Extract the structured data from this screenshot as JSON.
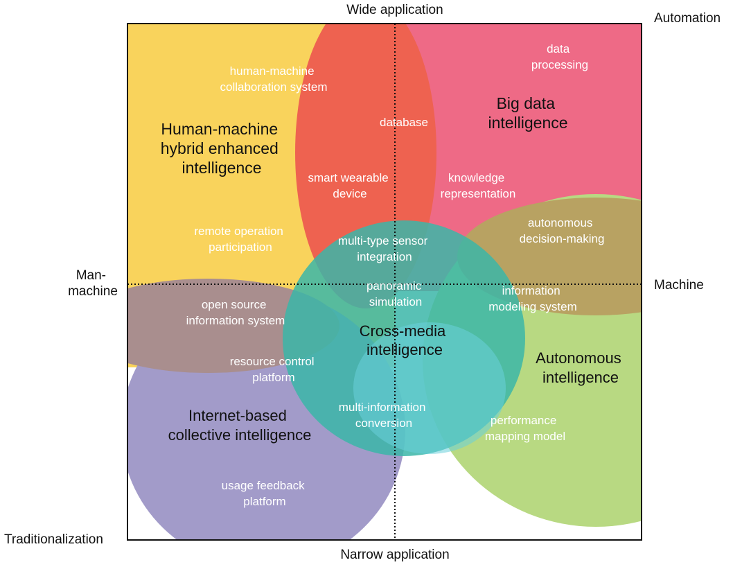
{
  "axes": {
    "top": "Wide application",
    "bottom": "Narrow application",
    "left": [
      "Man-",
      "machine"
    ],
    "right": "Machine",
    "top_right": "Automation",
    "bottom_left": "Traditionalization"
  },
  "regions": {
    "human_machine": {
      "title": [
        "Human-machine",
        "hybrid enhanced",
        "intelligence"
      ],
      "color": "#F9D35C"
    },
    "big_data": {
      "title": [
        "Big data",
        "intelligence"
      ],
      "color": "#EE6A86"
    },
    "cross_media": {
      "title": [
        "Cross-media",
        "intelligence"
      ],
      "color": "#3BB6A8"
    },
    "autonomous": {
      "title": [
        "Autonomous",
        "intelligence"
      ],
      "color": "#B8D982"
    },
    "internet_collective": {
      "title": [
        "Internet-based",
        "collective intelligence"
      ],
      "color": "#A29BC9"
    }
  },
  "overlap_colors": {
    "red_overlap": "#EE6250",
    "brown_overlap": "#B8A262",
    "mauve_overlap": "#A98E8E"
  },
  "items": {
    "hm_collab": [
      "human-machine",
      "collaboration system"
    ],
    "data_processing": [
      "data",
      "processing"
    ],
    "database": [
      "database"
    ],
    "smart_wearable": [
      "smart wearable",
      "device"
    ],
    "knowledge_rep": [
      "knowledge",
      "representation"
    ],
    "remote_op": [
      "remote operation",
      "participation"
    ],
    "multi_sensor": [
      "multi-type sensor",
      "integration"
    ],
    "autonomous_decision": [
      "autonomous",
      "decision-making"
    ],
    "panoramic": [
      "panoramic",
      "simulation"
    ],
    "info_modeling": [
      "information",
      "modeling system"
    ],
    "open_source": [
      "open source",
      "information system"
    ],
    "resource_control": [
      "resource control",
      "platform"
    ],
    "multi_info": [
      "multi-information",
      "conversion"
    ],
    "performance": [
      "performance",
      "mapping model"
    ],
    "usage_feedback": [
      "usage feedback",
      "platform"
    ]
  }
}
